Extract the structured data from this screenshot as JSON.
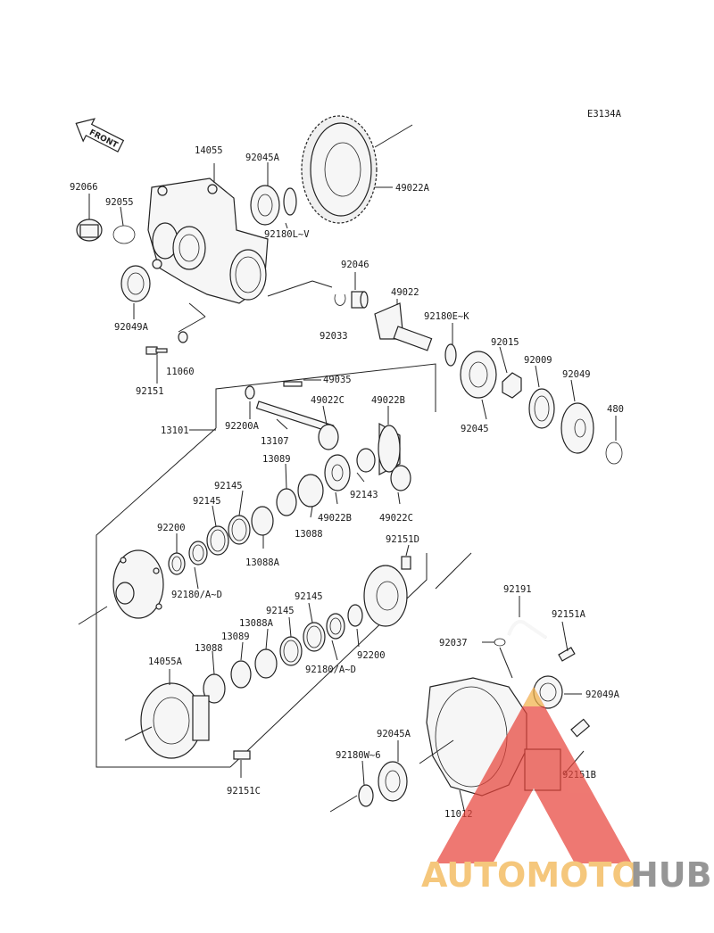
{
  "diagram": {
    "ref_code": "E3134A",
    "front_label": "FRONT",
    "labels": {
      "p14055": "14055",
      "p92045A": "92045A",
      "p49022A": "49022A",
      "p92066": "92066",
      "p92055": "92055",
      "p92180LV": "92180L~V",
      "p92049A_top": "92049A",
      "p92046": "92046",
      "p49022": "49022",
      "p92180EK": "92180E~K",
      "p92033": "92033",
      "p92015": "92015",
      "p92009": "92009",
      "p92049": "92049",
      "p480": "480",
      "p92151_top": "92151",
      "p11060": "11060",
      "p49035": "49035",
      "p49022C_top": "49022C",
      "p49022B_top": "49022B",
      "p92045": "92045",
      "p13101": "13101",
      "p92200A": "92200A",
      "p13107": "13107",
      "p13089_top": "13089",
      "p92143": "92143",
      "p92145_a": "92145",
      "p92145_b": "92145",
      "p13088_top": "13088",
      "p49022B_mid": "49022B",
      "p49022C_mid": "49022C",
      "p92200_left": "92200",
      "p13088A_top": "13088A",
      "p92151D": "92151D",
      "p92180AD_left": "92180/A~D",
      "p92145_c": "92145",
      "p92145_d": "92145",
      "p13088A_low": "13088A",
      "p13089_low": "13089",
      "p13088_low": "13088",
      "p92200_right": "92200",
      "p92180AD_right": "92180/A~D",
      "p14055A": "14055A",
      "p92191": "92191",
      "p92151A": "92151A",
      "p92037": "92037",
      "p92049A_bot": "92049A",
      "p92045A_bot": "92045A",
      "p92180W6": "92180W~6",
      "p92151B": "92151B",
      "p11012": "11012",
      "p92151C": "92151C"
    }
  },
  "watermark": {
    "part1": "AUTOMOTO",
    "part2": "HUB",
    "color_orange": "#f2b24a",
    "color_red": "#e8453c",
    "color_gray": "#6e6e6e"
  }
}
